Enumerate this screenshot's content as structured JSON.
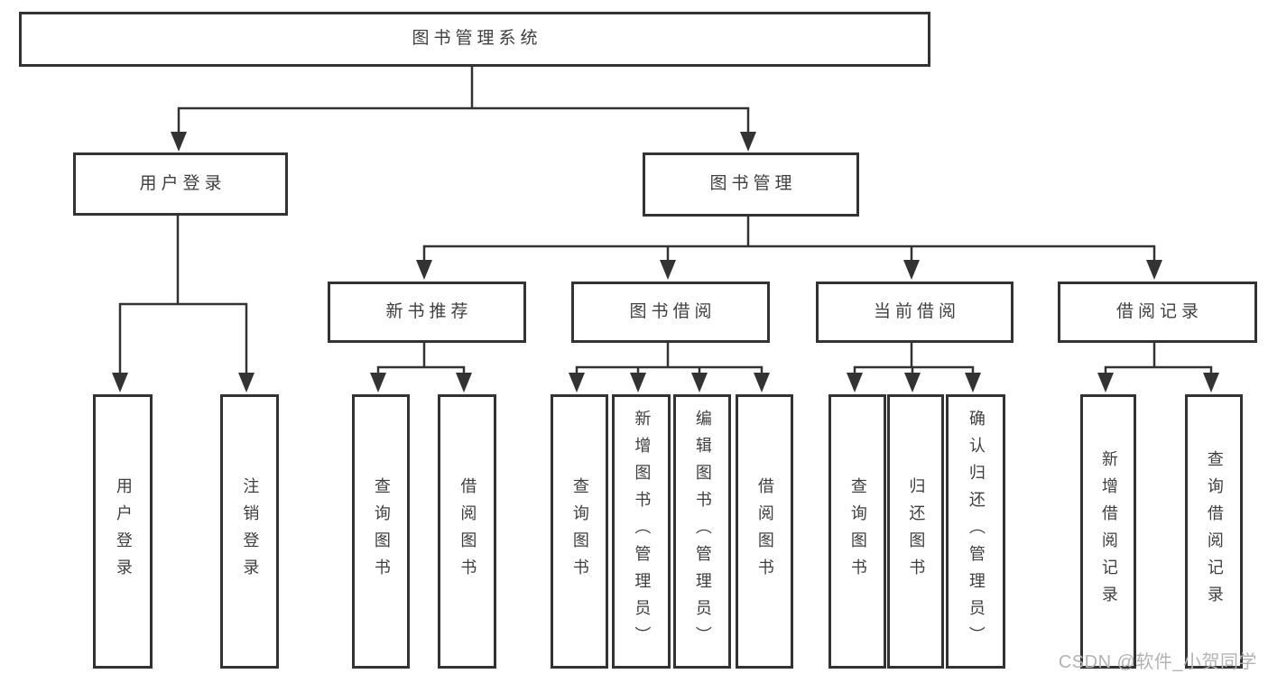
{
  "diagram": {
    "root": {
      "label": "图书管理系统"
    },
    "user_login": {
      "label": "用户登录",
      "children": [
        "用户登录",
        "注销登录"
      ]
    },
    "book_management": {
      "label": "图书管理",
      "sections": [
        {
          "label": "新书推荐",
          "children": [
            "查询图书",
            "借阅图书"
          ]
        },
        {
          "label": "图书借阅",
          "children": [
            "查询图书",
            "新增图书（管理员）",
            "编辑图书（管理员）",
            "借阅图书"
          ]
        },
        {
          "label": "当前借阅",
          "children": [
            "查询图书",
            "归还图书",
            "确认归还（管理员）"
          ]
        },
        {
          "label": "借阅记录",
          "children": [
            "新增借阅记录",
            "查询借阅记录"
          ]
        }
      ]
    }
  },
  "watermark": {
    "text": "CSDN @软件_小贺同学"
  },
  "colors": {
    "line": "#333333",
    "box_border": "#333333",
    "box_fill": "#ffffff",
    "text": "#3f3f3f",
    "watermark": "#b3b3b3",
    "background": "#ffffff"
  }
}
